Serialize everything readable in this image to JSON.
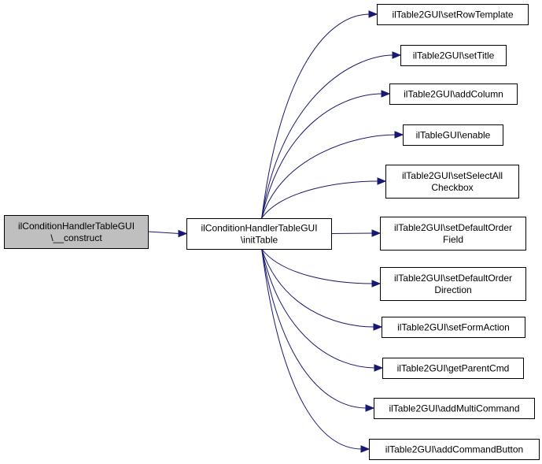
{
  "nodes": [
    {
      "id": "construct",
      "lines": [
        "ilConditionHandlerTableGUI",
        "\\__construct"
      ],
      "highlighted": true
    },
    {
      "id": "initTable",
      "lines": [
        "ilConditionHandlerTableGUI",
        "\\initTable"
      ]
    },
    {
      "id": "setRowTemplate",
      "lines": [
        "ilTable2GUI\\setRowTemplate"
      ]
    },
    {
      "id": "setTitle",
      "lines": [
        "ilTable2GUI\\setTitle"
      ]
    },
    {
      "id": "addColumn",
      "lines": [
        "ilTable2GUI\\addColumn"
      ]
    },
    {
      "id": "enable",
      "lines": [
        "ilTableGUI\\enable"
      ]
    },
    {
      "id": "setSelectAllCheckbox",
      "lines": [
        "ilTable2GUI\\setSelectAll",
        "Checkbox"
      ]
    },
    {
      "id": "setDefaultOrderField",
      "lines": [
        "ilTable2GUI\\setDefaultOrder",
        "Field"
      ]
    },
    {
      "id": "setDefaultOrderDirection",
      "lines": [
        "ilTable2GUI\\setDefaultOrder",
        "Direction"
      ]
    },
    {
      "id": "setFormAction",
      "lines": [
        "ilTable2GUI\\setFormAction"
      ]
    },
    {
      "id": "getParentCmd",
      "lines": [
        "ilTable2GUI\\getParentCmd"
      ]
    },
    {
      "id": "addMultiCommand",
      "lines": [
        "ilTable2GUI\\addMultiCommand"
      ]
    },
    {
      "id": "addCommandButton",
      "lines": [
        "ilTable2GUI\\addCommandButton"
      ]
    }
  ],
  "edges": [
    [
      "construct",
      "initTable"
    ],
    [
      "initTable",
      "setRowTemplate"
    ],
    [
      "initTable",
      "setTitle"
    ],
    [
      "initTable",
      "addColumn"
    ],
    [
      "initTable",
      "enable"
    ],
    [
      "initTable",
      "setSelectAllCheckbox"
    ],
    [
      "initTable",
      "setDefaultOrderField"
    ],
    [
      "initTable",
      "setDefaultOrderDirection"
    ],
    [
      "initTable",
      "setFormAction"
    ],
    [
      "initTable",
      "getParentCmd"
    ],
    [
      "initTable",
      "addMultiCommand"
    ],
    [
      "initTable",
      "addCommandButton"
    ]
  ],
  "colors": {
    "edge": "#191970",
    "highlight_fill": "#bfbfbf",
    "box_fill": "#ffffff",
    "box_stroke": "#000000"
  }
}
